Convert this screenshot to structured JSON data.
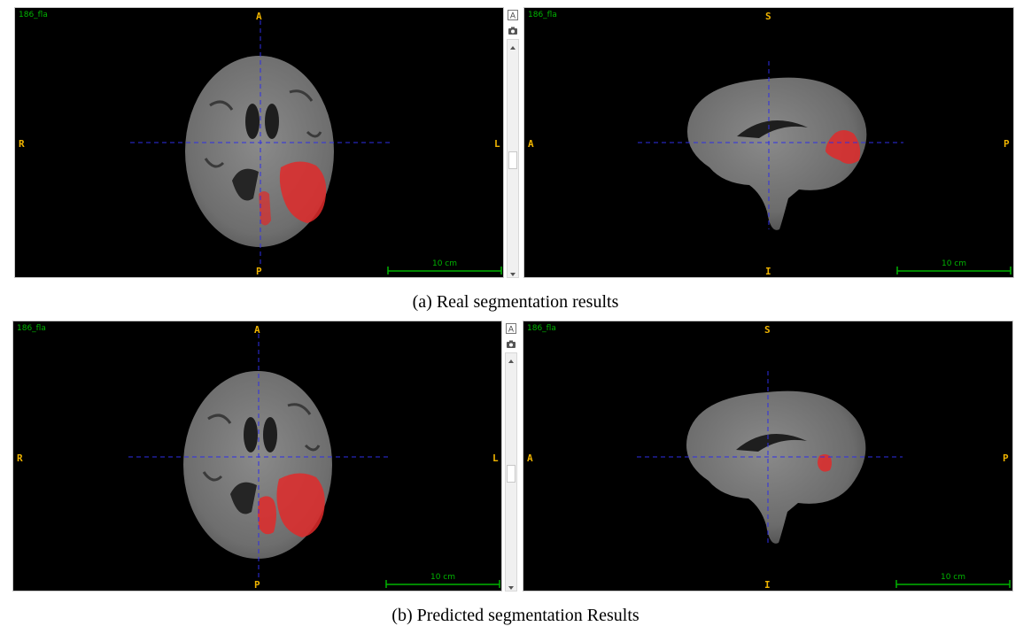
{
  "colors": {
    "viewport_bg": "#000000",
    "viewport_name": "#00b400",
    "orientation_label": "#f0b400",
    "crosshair": "#2e2ee6",
    "scale_bar": "#00b400",
    "segmentation": "#e02a2a",
    "brain_tissue": "#7d7d7d"
  },
  "panels": [
    {
      "caption": "(a) Real segmentation results",
      "axial": {
        "name": "186_fla",
        "labels": {
          "top": "A",
          "bottom": "P",
          "left": "R",
          "right": "L"
        },
        "scale": "10 cm"
      },
      "sagittal": {
        "name": "186_fla",
        "labels": {
          "top": "S",
          "bottom": "I",
          "left": "A",
          "right": "P"
        },
        "scale": "10 cm"
      }
    },
    {
      "caption": "(b) Predicted segmentation Results",
      "axial": {
        "name": "186_fla",
        "labels": {
          "top": "A",
          "bottom": "P",
          "left": "R",
          "right": "L"
        },
        "scale": "10 cm"
      },
      "sagittal": {
        "name": "186_fla",
        "labels": {
          "top": "S",
          "bottom": "I",
          "left": "A",
          "right": "P"
        },
        "scale": "10 cm"
      }
    }
  ],
  "toolbar": {
    "annotation_icon": "text-annotation-icon",
    "snapshot_icon": "camera-icon",
    "scroll_up_icon": "scroll-up-arrow-icon",
    "scroll_down_icon": "scroll-down-arrow-icon"
  }
}
